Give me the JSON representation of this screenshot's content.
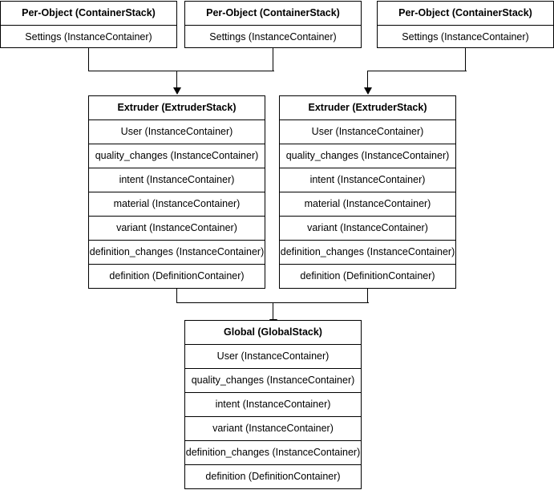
{
  "diagram": {
    "type": "hierarchy-flowchart",
    "title": "",
    "background_color": "#ffffff",
    "line_color": "#000000",
    "text_color": "#000000"
  },
  "per_object_stacks": [
    {
      "header": "Per-Object (ContainerStack)",
      "rows": [
        "Settings (InstanceContainer)"
      ]
    },
    {
      "header": "Per-Object (ContainerStack)",
      "rows": [
        "Settings (InstanceContainer)"
      ]
    },
    {
      "header": "Per-Object (ContainerStack)",
      "rows": [
        "Settings (InstanceContainer)"
      ]
    }
  ],
  "extruder_stacks": [
    {
      "header": "Extruder (ExtruderStack)",
      "rows": [
        "User (InstanceContainer)",
        "quality_changes (InstanceContainer)",
        "intent (InstanceContainer)",
        "material (InstanceContainer)",
        "variant (InstanceContainer)",
        "definition_changes (InstanceContainer)",
        "definition (DefinitionContainer)"
      ]
    },
    {
      "header": "Extruder (ExtruderStack)",
      "rows": [
        "User (InstanceContainer)",
        "quality_changes (InstanceContainer)",
        "intent (InstanceContainer)",
        "material (InstanceContainer)",
        "variant (InstanceContainer)",
        "definition_changes (InstanceContainer)",
        "definition (DefinitionContainer)"
      ]
    }
  ],
  "global_stack": {
    "header": "Global (GlobalStack)",
    "rows": [
      "User (InstanceContainer)",
      "quality_changes (InstanceContainer)",
      "intent (InstanceContainer)",
      "variant (InstanceContainer)",
      "definition_changes (InstanceContainer)",
      "definition (DefinitionContainer)"
    ]
  }
}
